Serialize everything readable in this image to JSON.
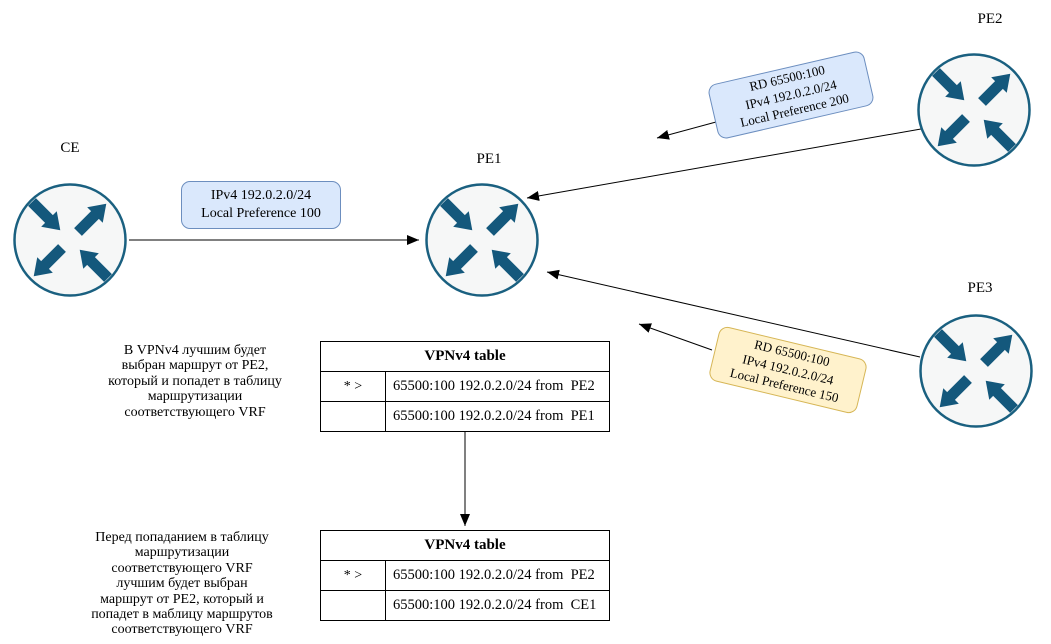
{
  "colors": {
    "router_teal": "#14587c",
    "router_fill": "#f6f7f7",
    "blue_label_fill": "#dae8fc",
    "blue_label_border": "#6c8ebf",
    "yellow_label_fill": "#fff2cc",
    "yellow_label_border": "#d6b656",
    "line_color": "#000000"
  },
  "routers": [
    {
      "label": "CE"
    },
    {
      "label": "PE1"
    },
    {
      "label": "PE2"
    },
    {
      "label": "PE3"
    }
  ],
  "route_labels": [
    {
      "name": "ce-to-pe1",
      "lines": [
        "IPv4 192.0.2.0/24",
        "Local Preference 100"
      ]
    },
    {
      "name": "pe2-to-pe1",
      "lines": [
        "RD 65500:100",
        "IPv4 192.0.2.0/24",
        "Local Preference 200"
      ]
    },
    {
      "name": "pe3-to-pe1",
      "lines": [
        "RD 65500:100",
        "IPv4 192.0.2.0/24",
        "Local Preference 150"
      ]
    }
  ],
  "tables": [
    {
      "title": "VPNv4 table",
      "rows": [
        {
          "flag": "* >",
          "route": "65500:100 192.0.2.0/24 from  PE2"
        },
        {
          "flag": "",
          "route": "65500:100 192.0.2.0/24 from  PE1"
        }
      ]
    },
    {
      "title": "VPNv4 table",
      "rows": [
        {
          "flag": "* >",
          "route": "65500:100 192.0.2.0/24 from  PE2"
        },
        {
          "flag": "",
          "route": "65500:100 192.0.2.0/24 from  CE1"
        }
      ]
    }
  ],
  "annotations": [
    {
      "lines": [
        "В VPNv4 лучшим будет",
        "выбран маршрут от PE2,",
        "который и попадет в таблицу",
        "маршрутизации",
        "соответствующего VRF"
      ]
    },
    {
      "lines": [
        "Перед попаданием в таблицу",
        "маршрутизации",
        "соответствующего VRF",
        "лучшим будет выбран",
        "маршрут от PE2, который и",
        "попадет в маблицу маршрутов",
        "соответствующего VRF"
      ]
    }
  ]
}
